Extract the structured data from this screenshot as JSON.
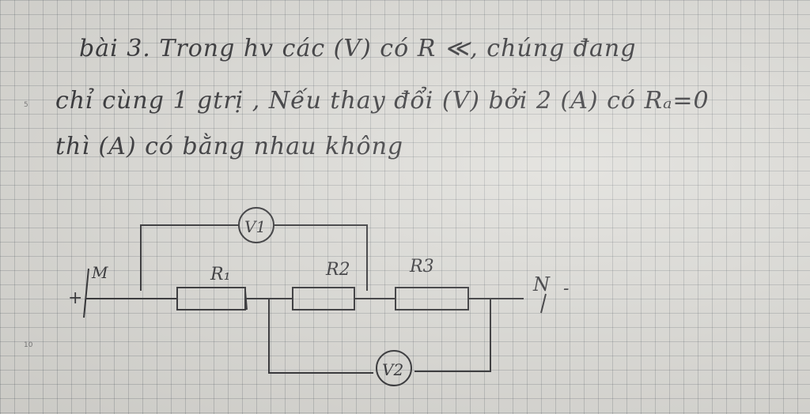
{
  "problem": {
    "line1": "bài 3. Trong hv các (V) có R ≪, chúng đang",
    "line2": "chỉ cùng 1 gtrị , Nếu thay đổi (V) bởi 2 (A) có Rₐ=0",
    "line3": "thì (A) có bằng nhau không"
  },
  "margin": {
    "mark_top": "5",
    "mark_bottom": "10"
  },
  "circuit": {
    "terminal_M": "M",
    "terminal_N": "N",
    "plus_sign": "+",
    "minus_sign": "-",
    "r1_label": "R₁",
    "r2_label": "R2",
    "r3_label": "R3",
    "v1_label": "V1",
    "v2_label": "V2"
  }
}
